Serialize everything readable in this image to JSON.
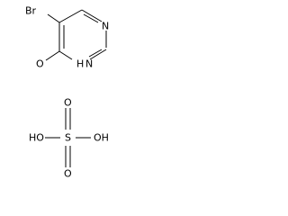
{
  "structure_1": {
    "atoms": {
      "br": "Br",
      "n_ring": "N",
      "nh": "N",
      "nh_h": "H",
      "o_keto": "O"
    }
  },
  "structure_2": {
    "atoms": {
      "ho_left": "HO",
      "s_center": "S",
      "oh_right": "OH",
      "o_top": "O",
      "o_bottom": "O"
    }
  }
}
